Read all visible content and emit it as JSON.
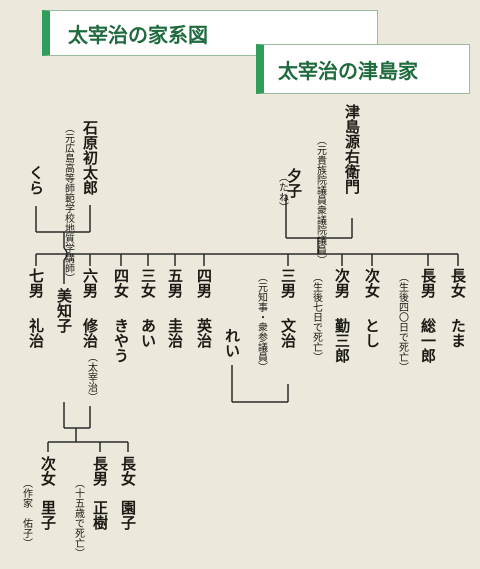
{
  "titles": {
    "main": "太宰治の家系図",
    "sub": "太宰治の津島家"
  },
  "grandparents": {
    "left": {
      "name": "石原初太郎",
      "note": "（元広島高等師範学校地質学講師）",
      "spouse": "くら"
    },
    "right": {
      "name": "津島源右衛門",
      "note": "（元貴族院議員衆議院議員）",
      "spouse": "夕子",
      "spouse_reading": "（たね）"
    }
  },
  "children": [
    {
      "relation": "七男",
      "name": "礼治"
    },
    {
      "relation": "美知子",
      "name": ""
    },
    {
      "relation": "六男",
      "name": "修治",
      "note": "（太宰治）"
    },
    {
      "relation": "四女",
      "name": "きやう"
    },
    {
      "relation": "三女",
      "name": "あい"
    },
    {
      "relation": "五男",
      "name": "圭治"
    },
    {
      "relation": "四男",
      "name": "英治"
    },
    {
      "relation": "れい",
      "name": ""
    },
    {
      "relation": "三男",
      "name": "文治",
      "note": "（元知事・衆参議員）"
    },
    {
      "relation": "次男",
      "name": "勤三郎",
      "note": "（生後七日で死亡）"
    },
    {
      "relation": "次女",
      "name": "とし"
    },
    {
      "relation": "長男",
      "name": "総一郎",
      "note": "（生後四〇日で死亡）"
    },
    {
      "relation": "長女",
      "name": "たま"
    }
  ],
  "grandchildren": [
    {
      "relation": "次女",
      "name": "里子",
      "note": "（作家　佑子）"
    },
    {
      "relation": "長男",
      "name": "正樹",
      "note": "（十五歳で死亡）"
    },
    {
      "relation": "長女",
      "name": "園子"
    }
  ],
  "colors": {
    "background": "#ece9dc",
    "title_accent": "#2f9e5a",
    "title_text": "#1f6b3e",
    "lines": "#2a2a2a"
  }
}
